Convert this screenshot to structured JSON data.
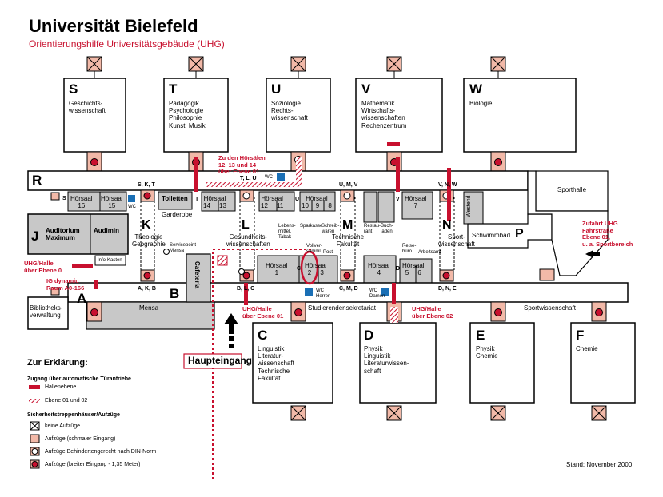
{
  "header": {
    "title": "Universität Bielefeld",
    "subtitle": "Orientierungshilfe Universitätsgebäude (UHG)"
  },
  "colors": {
    "accent_red": "#c8102e",
    "building_gray": "#c8c8c8",
    "elevator_pink": "#f2b9a8",
    "line_black": "#000000"
  },
  "buildings": {
    "S": {
      "letter": "S",
      "label": "Geschichts-\nwissenschaft"
    },
    "T": {
      "letter": "T",
      "label": "Pädagogik\nPsychologie\nPhilosophie\nKunst, Musik"
    },
    "U": {
      "letter": "U",
      "label": "Soziologie\nRechts-\nwissenschaft"
    },
    "V": {
      "letter": "V",
      "label": "Mathematik\nWirtschafts-\nwissenschaften\nRechenzentrum"
    },
    "W": {
      "letter": "W",
      "label": "Biologie"
    },
    "C": {
      "letter": "C",
      "label": "Linguistik\nLiteratur-\nwissenschaft\nTechnische\nFakultät"
    },
    "D": {
      "letter": "D",
      "label": "Physik\nLinguistik\nLiteraturwissen-\nschaft"
    },
    "E": {
      "letter": "E",
      "label": "Physik\nChemie"
    },
    "F": {
      "letter": "F",
      "label": "Chemie"
    },
    "R": {
      "letter": "R"
    },
    "J": {
      "letter": "J",
      "label": "Auditorium\nMaximum"
    },
    "A": {
      "letter": "A",
      "label": "Bibliotheks-\nverwaltung"
    },
    "B": {
      "letter": "B",
      "label": "Mensa"
    },
    "P": {
      "letter": "P",
      "label": "Schwimmbad"
    },
    "K": {
      "letter": "K",
      "label": "Theologie\nGeographie"
    },
    "L": {
      "letter": "L",
      "label": "Gesundheits-\nwissenschaften"
    },
    "M": {
      "letter": "M",
      "label": "Technische\nFakultät"
    },
    "N": {
      "letter": "N",
      "label": "Sport-\nwissenschaft"
    }
  },
  "halls": {
    "h16": "Hörsaal\n16",
    "h15": "Hörsaal\n15",
    "h14": "Hörsaal\n14     13",
    "h12": "Hörsaal\n12     11",
    "h10": "Hörsaal\n10    9     8",
    "h7": "Hörsaal\n7",
    "h1": "Hörsaal\n1",
    "h23": "Hörsaal\n2     3",
    "h4": "Hörsaal\n4",
    "h56": "Hörsaal\n5     6"
  },
  "labels": {
    "toiletten": "Toiletten",
    "garderobe": "Garderobe",
    "audimin": "Audimin",
    "infokasten": "Info-Kasten",
    "cafeteria": "Cafeteria",
    "westend": "Westend",
    "sporthalle": "Sporthalle",
    "servicepoint": "Servicepoint\nMensa",
    "lebensmittel": "Lebens-\nmittel,\nTabak",
    "sparkasse": "Sparkasse",
    "schreibwaren": "Schreib-\nwaren",
    "restaurant": "Restau-\nrant",
    "buchladen": "Buch-\nladen",
    "reiseburo": "Reise-\nbüro",
    "arbeitsamt": "Arbeitsamt",
    "vollversammlung": "Vollver-\nsamml.",
    "post": "Post",
    "wc": "WC",
    "wc_herren": "WC\nHerren",
    "wc_damen": "WC\nDamen",
    "studierendensekretariat": "Studierendensekretariat",
    "sportwissenschaft_corridor": "Sportwissenschaft",
    "haupteingang": "Haupteingang",
    "stand": "Stand: November 2000"
  },
  "corridor_markers": {
    "skt": "S, K, T",
    "tlu": "T, L, U",
    "umv": "U, M, V",
    "vnw": "V, N, W",
    "akb": "A, K, B",
    "blc": "B, L, C",
    "cmd": "C, M, D",
    "dne": "D, N, E",
    "s": "S",
    "t": "T",
    "u": "U",
    "v": "V",
    "b": "B",
    "c": "C",
    "d": "D",
    "l": "L"
  },
  "red_notes": {
    "zu_den_horsalen": "Zu den Hörsälen\n12, 13 und 14\nüber Ebene 01",
    "uhg_halle_ebene0": "UHG/Halle\nüber Ebene 0",
    "ig_dynamic": "IG dynamic\nRaum A0-166",
    "uhg_halle_ebene01": "UHG/Halle\nüber Ebene 01",
    "uhg_halle_ebene02": "UHG/Halle\nüber Ebene 02",
    "zufahrt": "Zufahrt UHG\nFahrstraße\nEbene 01,\nu. a. Sportbereich"
  },
  "legend": {
    "heading": "Zur Erklärung:",
    "section1": "Zugang über automatische Türantriebe",
    "hallenebene": "Hallenebene",
    "ebene0102": "Ebene 01 und 02",
    "section2": "Sicherheitstreppenhäuser/Aufzüge",
    "keine": "keine Aufzüge",
    "schmal": "Aufzüge (schmaler Eingang)",
    "din": "Aufzüge Behindertengerecht nach DIN-Norm",
    "breit": "Aufzüge (breiter Eingang - 1,35 Meter)"
  }
}
